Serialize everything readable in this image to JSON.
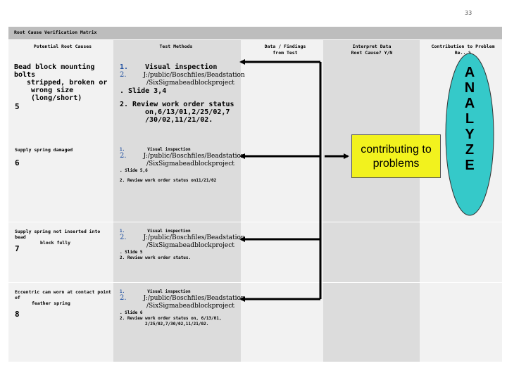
{
  "slide_number": "33",
  "title": "Root Cause Verification Matrix",
  "headers": {
    "potential_root_causes": "Potential Root Causes",
    "test_methods": "Test Methods",
    "data_findings": [
      "Data / Findings",
      "from Test"
    ],
    "interpret_data": [
      "Interpret Data",
      "Root Cause? Y/N"
    ],
    "contribution": [
      "Contribution to Problem",
      "Re...%"
    ]
  },
  "rows": [
    {
      "cause_lines": [
        "Bead block mounting bolts",
        "stripped, broken or",
        "wrong size",
        "(long/short)"
      ],
      "number": "5",
      "test": {
        "line1_num": "1.",
        "line1_text": "Visual inspection",
        "line2_num": "2.",
        "path1": "J:/public/Boschfiles/Beadstation",
        "path2": "/SixSigmabeadblockproject",
        "slide": ". Slide 3,4",
        "review": [
          "2. Review work order status",
          "on,6/13/01,2/25/02,7",
          "/30/02,11/21/02."
        ]
      }
    },
    {
      "cause_lines": [
        "Supply spring damaged"
      ],
      "number": "6",
      "test": {
        "line1_num": "1.",
        "line1_text": "Visual inspection",
        "line2_num": "2.",
        "path1": "J:/public/Boschfiles/Beadstation",
        "path2": "/SixSigmabeadblockproject",
        "slide": ". Slide 5,6",
        "review": [
          "2. Review work order status on11/21/02"
        ]
      }
    },
    {
      "cause_lines": [
        "Supply spring not inserted into bead",
        "block fully"
      ],
      "number": "7",
      "test": {
        "line1_num": "1.",
        "line1_text": "Visual inspection",
        "line2_num": "2.",
        "path1": "J:/public/Boschfiles/Beadstation",
        "path2": "/SixSigmabeadblockproject",
        "slide": ". Slide 5",
        "review": [
          "2. Review work order status."
        ]
      }
    },
    {
      "cause_lines": [
        "Eccentric cam worn at contact point of",
        "feather spring"
      ],
      "number": "8",
      "test": {
        "line1_num": "1.",
        "line1_text": "Visual inspection",
        "line2_num": "2.",
        "path1": "J:/public/Boschfiles/Beadstation",
        "path2": "/SixSigmabeadblockproject",
        "slide": ". Slide 6",
        "review": [
          "2. Review work order status on, 6/13/01,",
          "2/25/02,7/30/02,11/21/02."
        ]
      }
    }
  ],
  "callout": "contributing to problems",
  "analyze_letters": "ANALYZE",
  "colors": {
    "callout_fill": "#f2f21e",
    "analyze_fill": "#35c9c9",
    "header_bar": "#bdbdbd"
  }
}
